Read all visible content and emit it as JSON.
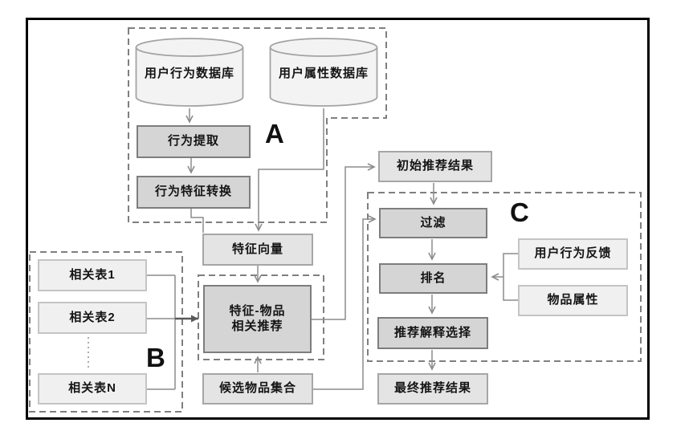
{
  "diagram_title": "recommendation-pipeline-flowchart",
  "sections": {
    "a": "A",
    "b": "B",
    "c": "C"
  },
  "nodes": {
    "user_behavior_db": {
      "label": "用户行为数据库"
    },
    "user_attr_db": {
      "label": "用户属性数据库"
    },
    "behavior_extract": {
      "label": "行为提取"
    },
    "behavior_feature_convert": {
      "label": "行为特征转换"
    },
    "feature_vector": {
      "label": "特征向量"
    },
    "feature_item_rec": {
      "line1": "特征-物品",
      "line2": "相关推荐"
    },
    "candidate_items": {
      "label": "候选物品集合"
    },
    "related_table_1": {
      "label": "相关表1"
    },
    "related_table_2": {
      "label": "相关表2"
    },
    "related_table_n": {
      "label": "相关表N"
    },
    "initial_result": {
      "label": "初始推荐结果"
    },
    "filter": {
      "label": "过滤"
    },
    "ranking": {
      "label": "排名"
    },
    "explanation_select": {
      "label": "推荐解释选择"
    },
    "final_result": {
      "label": "最终推荐结果"
    },
    "user_feedback": {
      "label": "用户行为反馈"
    },
    "item_attributes": {
      "label": "物品属性"
    }
  },
  "colors": {
    "process_fill": "#d5d5d5",
    "process_border": "#7d7d7d",
    "result_fill": "#e4e4e4",
    "result_border": "#a6a6a6",
    "input_fill": "#f0f0f0",
    "input_border": "#c4c4c4",
    "cylinder_fill": "#f3f3f3",
    "cylinder_border": "#a3a3a3",
    "connector": "#8c8c8c",
    "connector_emphasis": "#595959",
    "dashed_border": "#7f7f7f",
    "frame_border": "#000000",
    "text": "#141414"
  }
}
